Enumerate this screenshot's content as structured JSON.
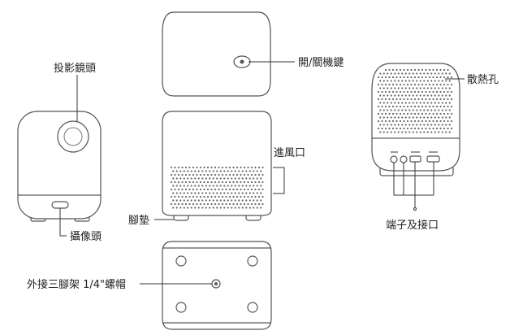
{
  "labels": {
    "lens": "投影鏡頭",
    "power_button": "開/關機鍵",
    "vent_out": "散熱孔",
    "air_inlet": "進風口",
    "feet": "腳墊",
    "camera": "攝像頭",
    "ports": "端子及接口",
    "tripod_nut": "外接三腳架 1/4\"螺帽"
  },
  "colors": {
    "outline": "#555555",
    "line": "#333333",
    "dots": "#666666"
  }
}
